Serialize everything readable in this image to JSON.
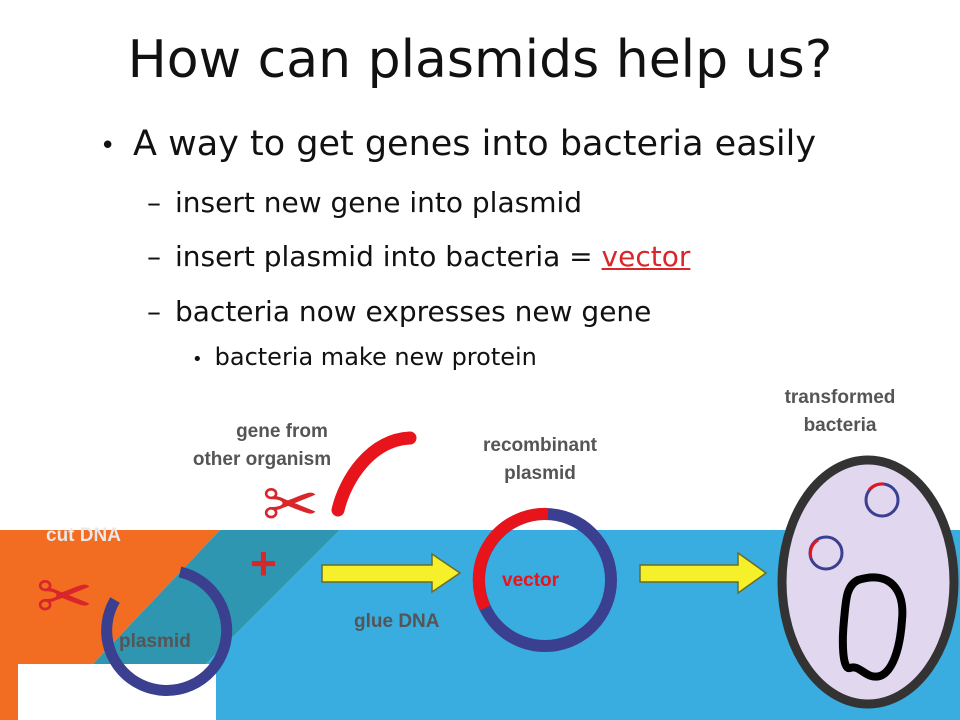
{
  "slide": {
    "title": "How can plasmids help us?",
    "bullet": "A way to get genes into bacteria easily",
    "sub_bullets": {
      "item1": "insert new gene into plasmid",
      "item2_prefix": "insert plasmid into bacteria = ",
      "item2_link": "vector",
      "item3": "bacteria now expresses new gene"
    },
    "sub_sub_bullet": "bacteria make new protein",
    "dash": "–",
    "dot": "•"
  },
  "diagram": {
    "cut_dna_label": "cut DNA",
    "plasmid_label": "plasmid",
    "gene_label_line1": "gene from",
    "gene_label_line2": "other organism",
    "plus_sign": "+",
    "recombinant_line1": "recombinant",
    "recombinant_line2": "plasmid",
    "vector_label": "vector",
    "glue_label": "glue DNA",
    "transformed_line1": "transformed",
    "transformed_line2": "bacteria",
    "scissors_glyph": "✂"
  },
  "colors": {
    "orange": "#f26c21",
    "teal": "#2e96b0",
    "blue": "#39ade0",
    "plasmid_ring": "#3b3f8f",
    "gene_red": "#e8141b",
    "arrow_yellow": "#f5f02a",
    "cell_fill": "#e1d7ef"
  }
}
